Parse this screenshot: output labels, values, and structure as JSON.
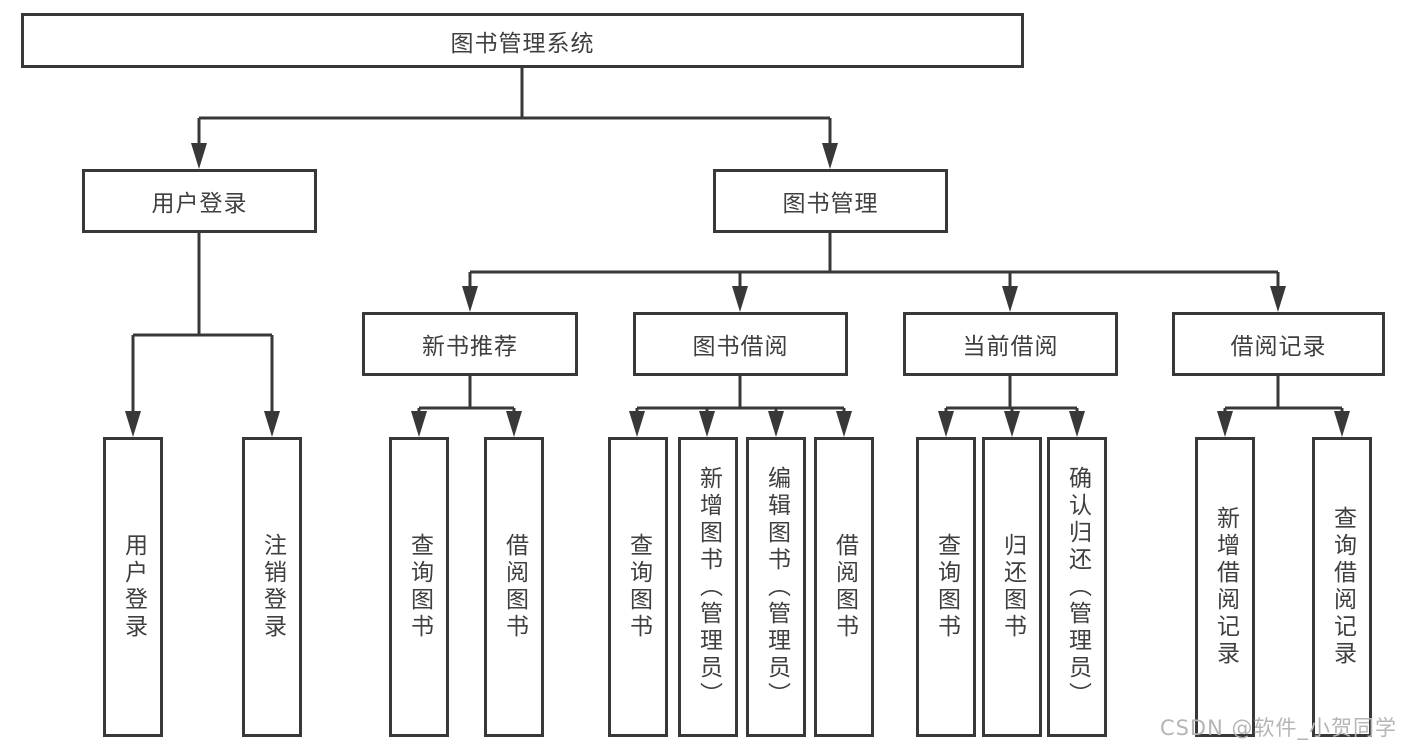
{
  "diagram": {
    "root": {
      "label": "图书管理系统"
    },
    "branches": [
      {
        "label": "用户登录",
        "children": [
          {
            "label": "用户登录"
          },
          {
            "label": "注销登录"
          }
        ]
      },
      {
        "label": "图书管理",
        "sections": [
          {
            "label": "新书推荐",
            "children": [
              {
                "label": "查询图书"
              },
              {
                "label": "借阅图书"
              }
            ]
          },
          {
            "label": "图书借阅",
            "children": [
              {
                "label": "查询图书"
              },
              {
                "label": "新增图书（管理员）"
              },
              {
                "label": "编辑图书（管理员）"
              },
              {
                "label": "借阅图书"
              }
            ]
          },
          {
            "label": "当前借阅",
            "children": [
              {
                "label": "查询图书"
              },
              {
                "label": "归还图书"
              },
              {
                "label": "确认归还（管理员）"
              }
            ]
          },
          {
            "label": "借阅记录",
            "children": [
              {
                "label": "新增借阅记录"
              },
              {
                "label": "查询借阅记录"
              }
            ]
          }
        ]
      }
    ],
    "watermark": "CSDN @软件_小贺同学",
    "colors": {
      "line": "#383838",
      "box_border": "#383838",
      "box_background": "#ffffff",
      "text": "#3f3f3f",
      "watermark": "#b5b5b5"
    }
  }
}
